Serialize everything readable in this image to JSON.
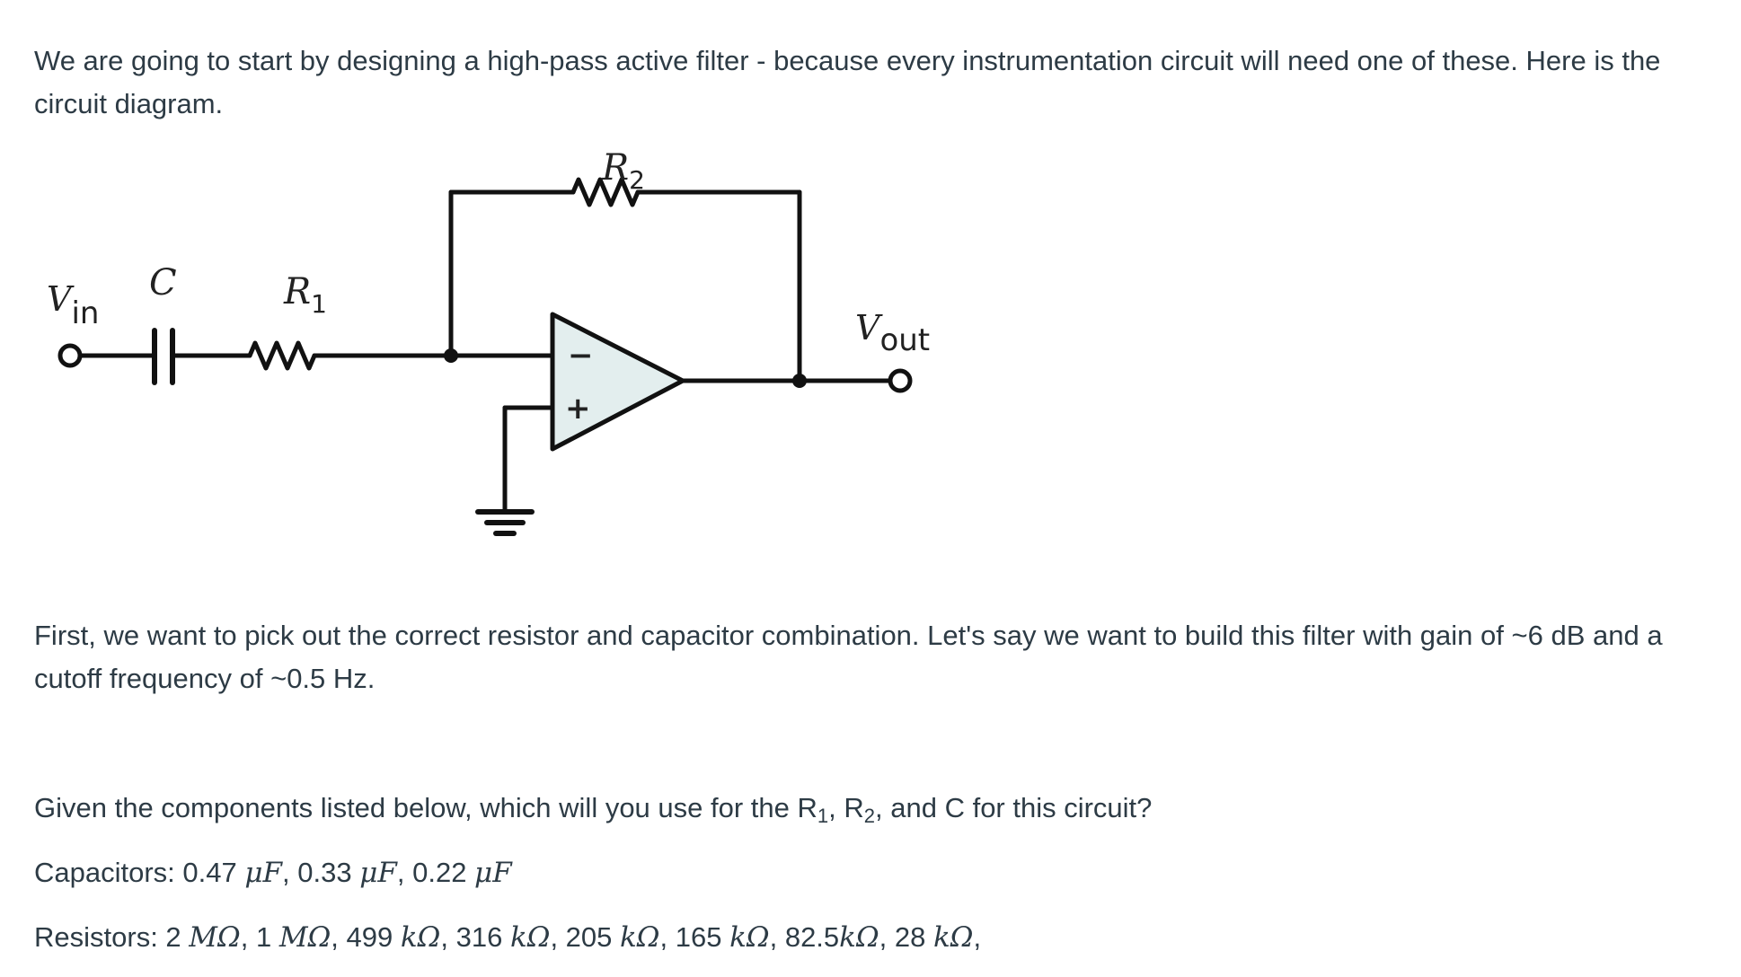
{
  "intro": {
    "text": "We are going to start by designing a high-pass active filter - because every instrumentation circuit will need one of these.  Here is the circuit diagram."
  },
  "diagram": {
    "label_c": "C",
    "label_r1": "R",
    "label_r1_sub": "1",
    "label_r2": "R",
    "label_r2_sub": "2",
    "label_vin": "V",
    "label_vin_sub": "in",
    "label_vout": "V",
    "label_vout_sub": "out",
    "opamp_minus": "−",
    "opamp_plus": "+"
  },
  "first": {
    "text": "First, we want to pick out the correct resistor and capacitor combination.  Let's say we want to build this filter with gain of ~6 dB and a cutoff frequency of ~0.5 Hz."
  },
  "question": {
    "prefix": "Given the components listed below, which will you use for the R",
    "r1_sub": "1",
    "sep1": ", R",
    "r2_sub": "2",
    "suffix": ", and C for this circuit?"
  },
  "capacitors": {
    "label": "Capacitors: ",
    "items": [
      {
        "value": "0.47 ",
        "unit": "μF",
        "sep": ", "
      },
      {
        "value": "0.33 ",
        "unit": "μF",
        "sep": ", "
      },
      {
        "value": "0.22 ",
        "unit": "μF",
        "sep": ""
      }
    ]
  },
  "resistors": {
    "label": "Resistors: ",
    "items": [
      {
        "value": "2 ",
        "unit": "MΩ",
        "sep": ", "
      },
      {
        "value": "1 ",
        "unit": "MΩ",
        "sep": ", "
      },
      {
        "value": "499 ",
        "unit": "kΩ",
        "sep": ", "
      },
      {
        "value": "316 ",
        "unit": "kΩ",
        "sep": ", "
      },
      {
        "value": "205 ",
        "unit": "kΩ",
        "sep": ", "
      },
      {
        "value": "165 ",
        "unit": "kΩ",
        "sep": ", "
      },
      {
        "value": "82.5",
        "unit": "kΩ",
        "sep": ", "
      },
      {
        "value": "28 ",
        "unit": "kΩ",
        "sep": ","
      }
    ]
  },
  "colors": {
    "text": "#2d3b45",
    "opamp_fill": "#e3eeee",
    "wire": "#111111"
  }
}
